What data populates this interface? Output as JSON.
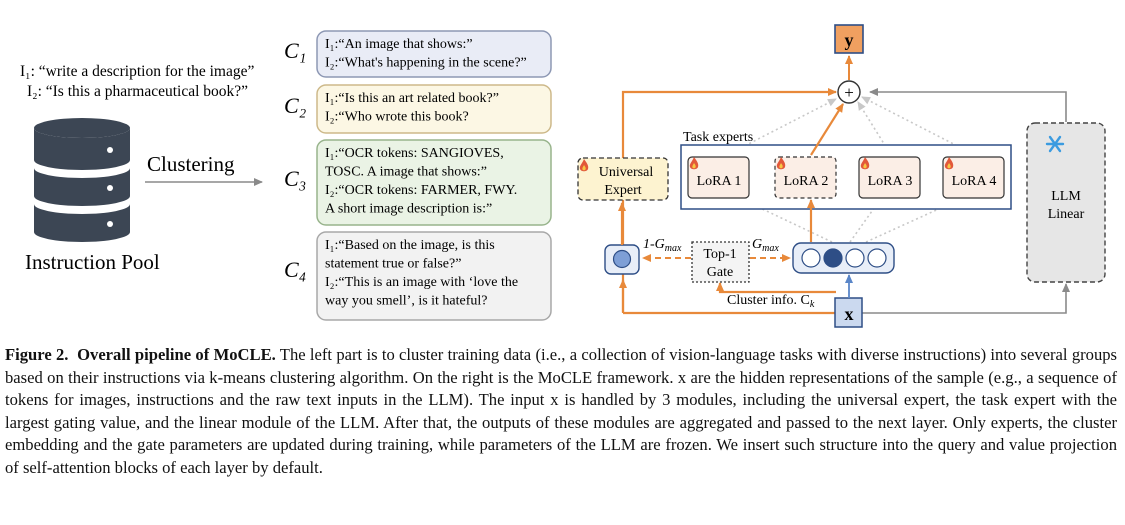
{
  "left": {
    "example_i1": "I₁: “write a description for the image”",
    "example_i2": "I₂: “Is this a pharmaceutical book?”",
    "clustering_label": "Clustering",
    "pool_label": "Instruction Pool",
    "clusters": [
      {
        "label": "C₁",
        "lines": [
          "I₁:“An image that shows:”",
          "I₂:“What's happening in the scene?”"
        ],
        "fill": "#e9ecf6",
        "stroke": "#8d98b4"
      },
      {
        "label": "C₂",
        "lines": [
          "I₁:“Is this an art related book?”",
          "I₂:“Who wrote this book?"
        ],
        "fill": "#fcf7e4",
        "stroke": "#cdb98a"
      },
      {
        "label": "C₃",
        "lines": [
          "I₁:“OCR tokens: SANGIOVES,",
          "TOSC. A image that shows:”",
          "I₂:“OCR tokens: FARMER, FWY.",
          "A short image description is:”"
        ],
        "fill": "#eaf3e5",
        "stroke": "#98b48c"
      },
      {
        "label": "C₄",
        "lines": [
          "I₁:“Based on the image, is this",
          "statement true or false?”",
          "I₂:“This is an image with ‘love the",
          "way you smell’, is it hateful?"
        ],
        "fill": "#f2f2f2",
        "stroke": "#a8a8a8"
      }
    ]
  },
  "right": {
    "output": "y",
    "plus": "+",
    "task_experts_label": "Task experts",
    "experts": [
      "LoRA 1",
      "LoRA 2",
      "LoRA 3",
      "LoRA 4"
    ],
    "universal_expert": [
      "Universal",
      "Expert"
    ],
    "llm_linear": [
      "LLM",
      "Linear"
    ],
    "gate": [
      "Top-1",
      "Gate"
    ],
    "one_minus_gmax": "1-G",
    "gmax": "G",
    "max_sub": "max",
    "cluster_info": "Cluster info. C",
    "cluster_sub": "k",
    "input": "x"
  },
  "caption": {
    "prefix": "Figure 2.",
    "title": "Overall pipeline of MoCLE.",
    "text": " The left part is to cluster training data (i.e., a collection of vision-language tasks with diverse instructions) into several groups based on their instructions via k-means clustering algorithm. On the right is the MoCLE framework. x are the hidden representations of the sample (e.g., a sequence of tokens for images, instructions and the raw text inputs in the LLM). The input x is handled by 3 modules, including the universal expert, the task expert with the largest gating value, and the linear module of the LLM. After that, the outputs of these modules are aggregated and passed to the next layer. Only experts, the cluster embedding and the gate parameters are updated during training, while parameters of the LLM are frozen. We insert such structure into the query and value projection of self-attention blocks of each layer by default."
  },
  "colors": {
    "orange": "#e8893a",
    "blue": "#5a86c8",
    "dark_blue": "#2e4e86",
    "gray_arrow": "#8a8a8a",
    "dotted": "#c8c8c8",
    "output_box": "#f0a060",
    "input_box": "#cbd9ef",
    "expert_fill": "#fbeee6",
    "universal_fill": "#fdf3d0",
    "llm_fill": "#e6e6e6",
    "gate_fill": "#f4f4f4",
    "db_dark": "#3c4654",
    "snowflake": "#3b9be0"
  }
}
